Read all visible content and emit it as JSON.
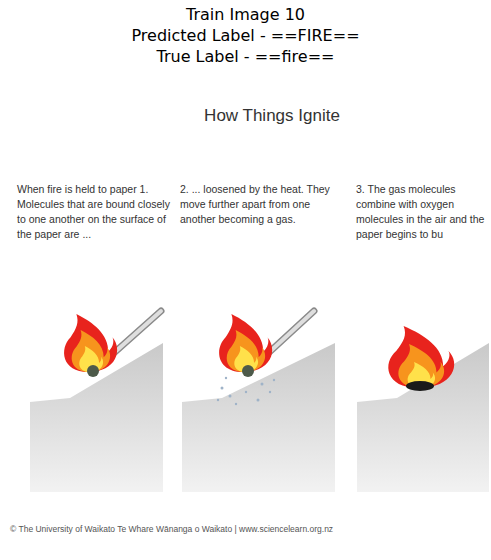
{
  "diagram": {
    "title": "How Things Ignite",
    "labels": [
      "Train Image 10",
      "Predicted Label - ==FIRE==",
      "True Label - ==fire==",
      "When fire is held to paper 1. Molecules that are bound closely to one another on the surface of the paper are ...",
      "2. ... loosened by the heat. They move further apart from one another becoming a gas.",
      "3. The gas molecules combine with oxygen molecules in the air and the paper begins to bu",
      "© The University of Waikato Te Whare Wānanga o Waikato | www.sciencelearn.org.nz"
    ]
  }
}
